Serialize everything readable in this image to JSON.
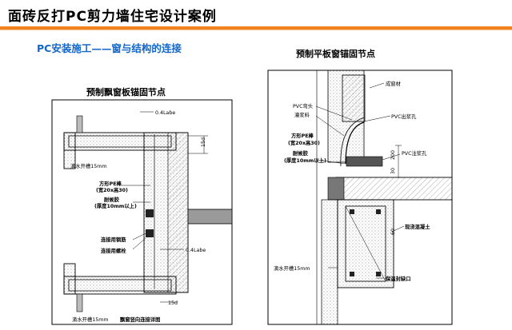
{
  "header": {
    "title": "面砖反打PC剪力墙住宅设计案例"
  },
  "section": {
    "subtitle": "PC安装施工——窗与结构的连接"
  },
  "left_figure": {
    "caption": "预制飘窗板锚固节点",
    "labels": {
      "top_level": "0.4Labe",
      "dim_15d": "15d",
      "drip_top": "滴水开槽15mm",
      "pe_bar_1": "方形PE棒",
      "pe_bar_2": "(宽20x高30)",
      "sealant_1": "耐候胶",
      "sealant_2": "(厚度10mm以上)",
      "conn_rebar": "连接用钢筋",
      "conn_bolt": "连接用螺栓",
      "low_level": "0.4Labe",
      "dim_15d_bottom": "15d",
      "drip_bottom": "滴水开槽15mm",
      "bottom_title": "飘窗竖向连接详图"
    }
  },
  "right_figure": {
    "caption": "预制平板窗锚固节点",
    "labels": {
      "finish": "成窗材",
      "pvc_bend": "PVC弯头",
      "sealant_mat": "灌浆料",
      "pvc_outlet": "PVC出浆孔",
      "pe_bar_1": "方形PE棒",
      "pe_bar_2": "(宽20x高30)",
      "sealant_1": "耐候胶",
      "sealant_2": "(厚度10mm以上)",
      "pvc_grout": "PVC注浆孔",
      "dim_200": "200",
      "dim_30": "30",
      "dim_60": "60",
      "cast_concrete": "现浇混凝土",
      "drip": "滴水开槽15mm",
      "insulation": "保温封缺口"
    }
  }
}
